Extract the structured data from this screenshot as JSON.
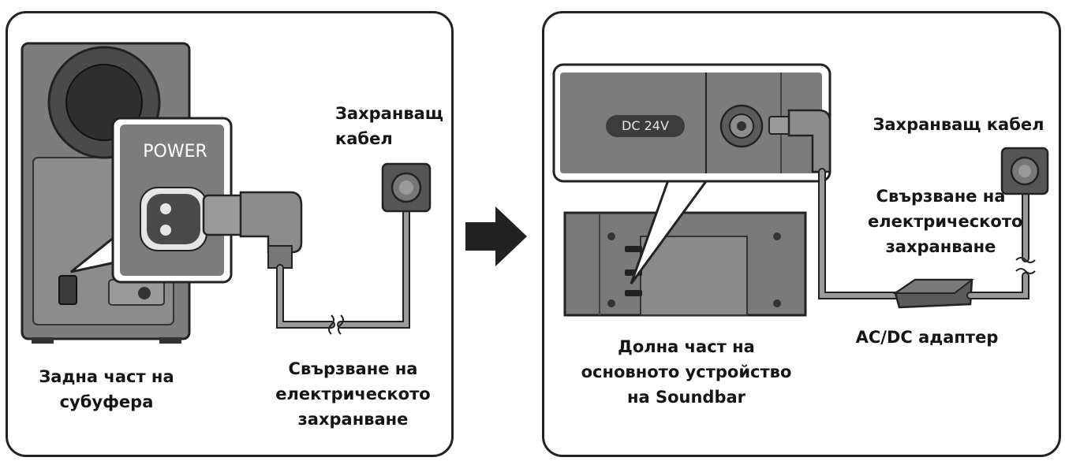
{
  "left_panel": {
    "power_label": "POWER",
    "cable_label": "Захранващ\nкабел",
    "outlet_label": "Свързване на\nелектрическото\nзахранване",
    "subwoofer_label": "Задна част на\nсубуфера"
  },
  "right_panel": {
    "dc_label": "DC 24V",
    "cable_label": "Захранващ кабел",
    "outlet_label": "Свързване на\nелектрическото\nзахранване",
    "adapter_label": "AC/DC адаптер",
    "soundbar_label": "Долна част на\nосновното устройство\nна Soundbar"
  },
  "colors": {
    "cable": "#9a9a9a",
    "device_dark": "#6e6e6e",
    "device_mid": "#8a8a8a",
    "outline": "#222222",
    "callout_fill": "#7c7c7c"
  }
}
